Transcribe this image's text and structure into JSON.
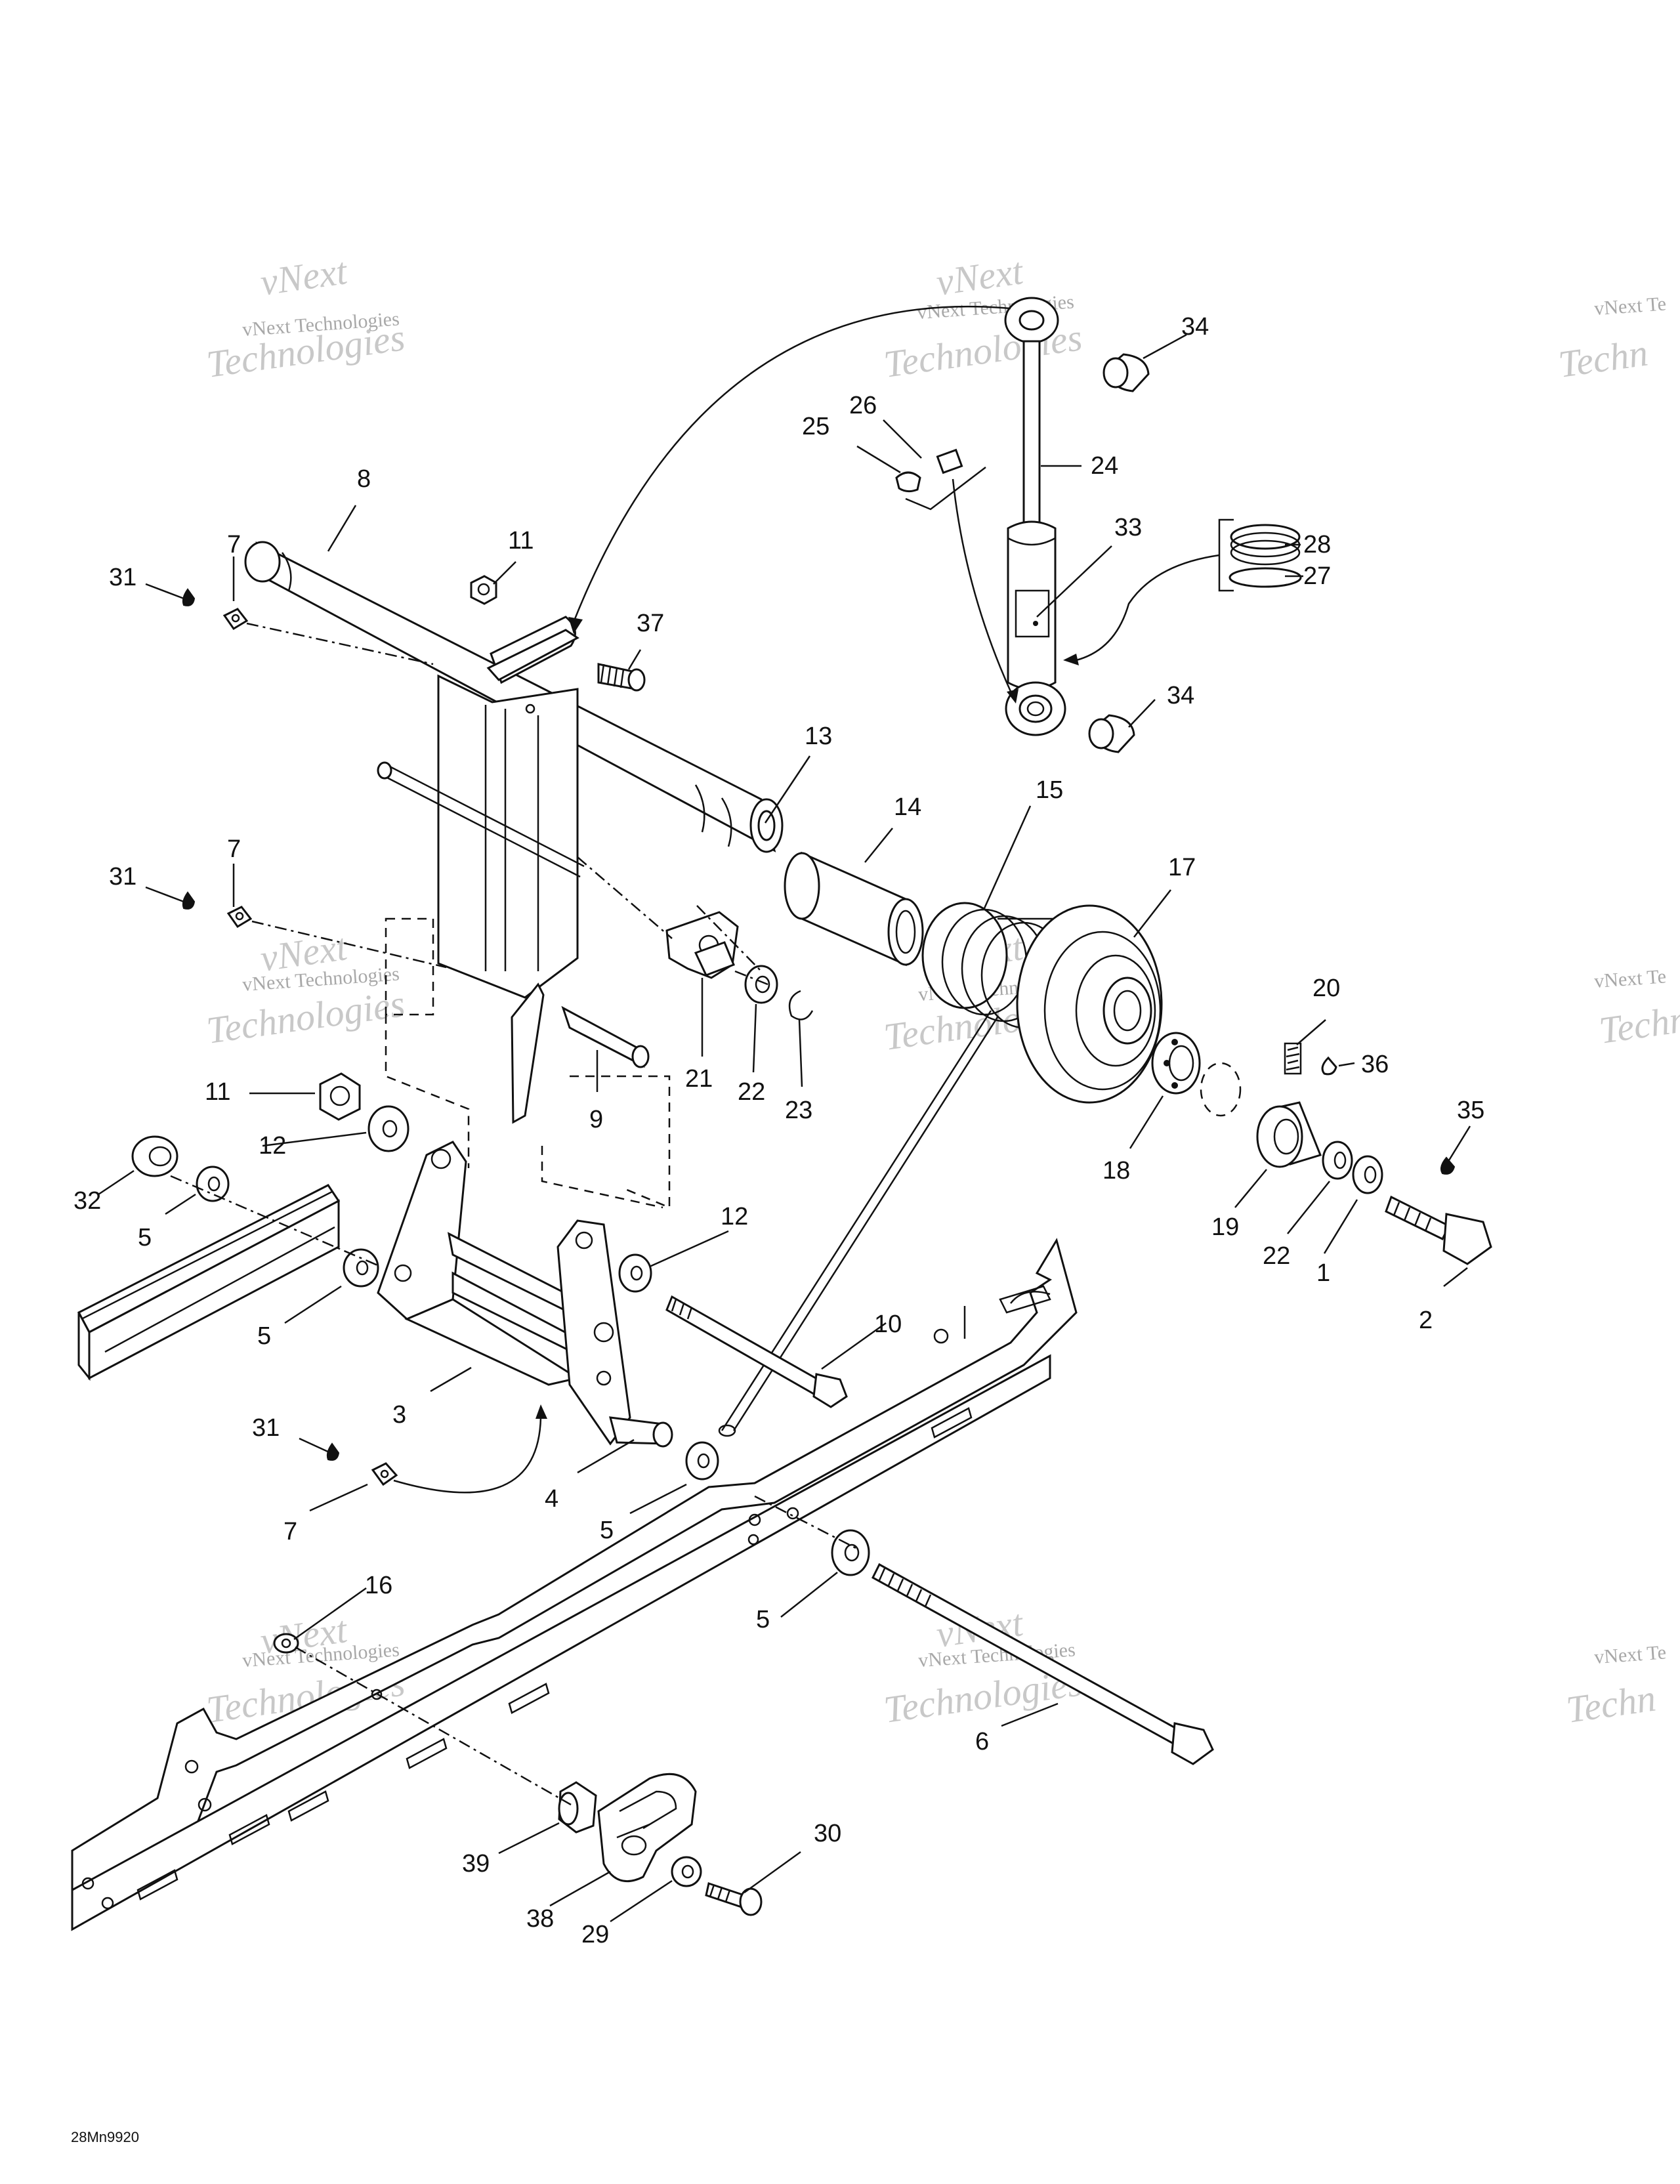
{
  "diagram": {
    "drawing_code": "28Mn9920",
    "watermark_lines": [
      "vNext Technologies",
      "vNext",
      "Technologies",
      "vNext Te",
      "Techn"
    ],
    "callouts": [
      {
        "id": "c34a",
        "label": "34"
      },
      {
        "id": "c26",
        "label": "26"
      },
      {
        "id": "c25",
        "label": "25"
      },
      {
        "id": "c24",
        "label": "24"
      },
      {
        "id": "c33",
        "label": "33"
      },
      {
        "id": "c28",
        "label": "28"
      },
      {
        "id": "c27",
        "label": "27"
      },
      {
        "id": "c34b",
        "label": "34"
      },
      {
        "id": "c8",
        "label": "8"
      },
      {
        "id": "c7a",
        "label": "7"
      },
      {
        "id": "c11a",
        "label": "11"
      },
      {
        "id": "c31a",
        "label": "31"
      },
      {
        "id": "c37",
        "label": "37"
      },
      {
        "id": "c13",
        "label": "13"
      },
      {
        "id": "c14",
        "label": "14"
      },
      {
        "id": "c15",
        "label": "15"
      },
      {
        "id": "c17",
        "label": "17"
      },
      {
        "id": "c7b",
        "label": "7"
      },
      {
        "id": "c31b",
        "label": "31"
      },
      {
        "id": "c20",
        "label": "20"
      },
      {
        "id": "c36",
        "label": "36"
      },
      {
        "id": "c21",
        "label": "21"
      },
      {
        "id": "c22a",
        "label": "22"
      },
      {
        "id": "c23",
        "label": "23"
      },
      {
        "id": "c9",
        "label": "9"
      },
      {
        "id": "c35",
        "label": "35"
      },
      {
        "id": "c11b",
        "label": "11"
      },
      {
        "id": "c18",
        "label": "18"
      },
      {
        "id": "c12a",
        "label": "12"
      },
      {
        "id": "c32",
        "label": "32"
      },
      {
        "id": "c19",
        "label": "19"
      },
      {
        "id": "c22b",
        "label": "22"
      },
      {
        "id": "c1",
        "label": "1"
      },
      {
        "id": "c5a",
        "label": "5"
      },
      {
        "id": "c12b",
        "label": "12"
      },
      {
        "id": "c2",
        "label": "2"
      },
      {
        "id": "c5b",
        "label": "5"
      },
      {
        "id": "c10",
        "label": "10"
      },
      {
        "id": "c3",
        "label": "3"
      },
      {
        "id": "c31c",
        "label": "31"
      },
      {
        "id": "c4",
        "label": "4"
      },
      {
        "id": "c7c",
        "label": "7"
      },
      {
        "id": "c5c",
        "label": "5"
      },
      {
        "id": "c5d",
        "label": "5"
      },
      {
        "id": "c16",
        "label": "16"
      },
      {
        "id": "c6",
        "label": "6"
      },
      {
        "id": "c30",
        "label": "30"
      },
      {
        "id": "c39",
        "label": "39"
      },
      {
        "id": "c38",
        "label": "38"
      },
      {
        "id": "c29",
        "label": "29"
      }
    ]
  }
}
